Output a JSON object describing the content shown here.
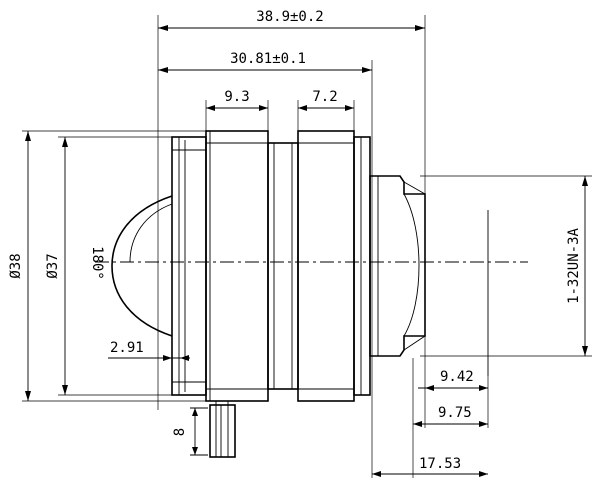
{
  "dimensions": {
    "overall_length": "38.9±0.2",
    "body_length": "30.81±0.1",
    "front_ring_width": "9.3",
    "rear_ring_width": "7.2",
    "outer_diameter": "Ø38",
    "inner_diameter": "Ø37",
    "field_angle": "180°",
    "front_offset": "2.91",
    "flange_back_1": "9.42",
    "flange_back_2": "9.75",
    "mount_length": "17.53",
    "screw_width": "8",
    "mount_thread": "1-32UN-3A"
  }
}
